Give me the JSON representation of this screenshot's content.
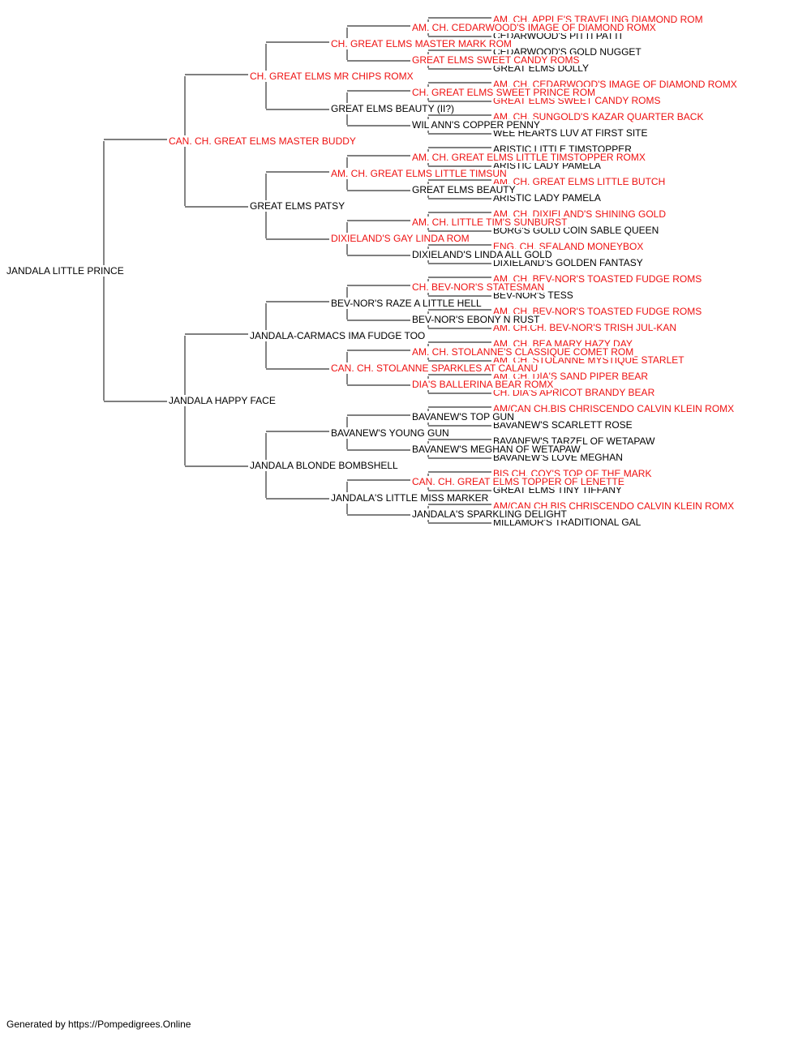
{
  "colors": {
    "champion": "#ee1111",
    "normal": "#000000",
    "line": "#333333"
  },
  "pedigree": {
    "name": "JANDALA LITTLE PRINCE",
    "champion": false,
    "sire": {
      "name": "CAN. CH. GREAT ELMS MASTER BUDDY",
      "champion": true,
      "sire": {
        "name": "CH. GREAT ELMS MR CHIPS ROMX",
        "champion": true,
        "sire": {
          "name": "CH. GREAT ELMS MASTER MARK ROM",
          "champion": true,
          "sire": {
            "name": "AM. CH. CEDARWOOD'S IMAGE OF DIAMOND ROMX",
            "champion": true,
            "sire": {
              "name": "AM. CH. APPLE'S TRAVELING DIAMOND ROM",
              "champion": true
            },
            "dam": {
              "name": "CEDARWOOD'S PITTI PATTI",
              "champion": false
            }
          },
          "dam": {
            "name": "GREAT ELMS SWEET CANDY ROMS",
            "champion": true,
            "sire": {
              "name": "CEDARWOOD'S GOLD NUGGET",
              "champion": false
            },
            "dam": {
              "name": "GREAT ELMS DOLLY",
              "champion": false
            }
          }
        },
        "dam": {
          "name": "GREAT ELMS BEAUTY (II?)",
          "champion": false,
          "sire": {
            "name": "CH. GREAT ELMS SWEET PRINCE ROM",
            "champion": true,
            "sire": {
              "name": "AM. CH. CEDARWOOD'S IMAGE OF DIAMOND ROMX",
              "champion": true
            },
            "dam": {
              "name": "GREAT ELMS SWEET CANDY ROMS",
              "champion": true
            }
          },
          "dam": {
            "name": "WIL ANN'S COPPER PENNY",
            "champion": false,
            "sire": {
              "name": "AM. CH. SUNGOLD'S KAZAR QUARTER BACK",
              "champion": true
            },
            "dam": {
              "name": "WEE HEARTS LUV AT FIRST SITE",
              "champion": false
            }
          }
        }
      },
      "dam": {
        "name": "GREAT ELMS PATSY",
        "champion": false,
        "sire": {
          "name": "AM. CH. GREAT ELMS LITTLE TIMSUN",
          "champion": true,
          "sire": {
            "name": "AM. CH. GREAT ELMS LITTLE TIMSTOPPER ROMX",
            "champion": true,
            "sire": {
              "name": "ARISTIC LITTLE TIMSTOPPER",
              "champion": false
            },
            "dam": {
              "name": "ARISTIC LADY PAMELA",
              "champion": false
            }
          },
          "dam": {
            "name": "GREAT ELMS BEAUTY",
            "champion": false,
            "sire": {
              "name": "AM. CH. GREAT ELMS LITTLE BUTCH",
              "champion": true
            },
            "dam": {
              "name": "ARISTIC LADY PAMELA",
              "champion": false
            }
          }
        },
        "dam": {
          "name": "DIXIELAND'S GAY LINDA ROM",
          "champion": true,
          "sire": {
            "name": "AM. CH. LITTLE TIM'S SUNBURST",
            "champion": true,
            "sire": {
              "name": "AM. CH. DIXIELAND'S SHINING GOLD",
              "champion": true
            },
            "dam": {
              "name": "BORG'S GOLD COIN SABLE QUEEN",
              "champion": false
            }
          },
          "dam": {
            "name": "DIXIELAND'S LINDA ALL GOLD",
            "champion": false,
            "sire": {
              "name": "ENG. CH. SEALAND MONEYBOX",
              "champion": true
            },
            "dam": {
              "name": "DIXIELAND'S GOLDEN FANTASY",
              "champion": false
            }
          }
        }
      }
    },
    "dam": {
      "name": "JANDALA HAPPY FACE",
      "champion": false,
      "sire": {
        "name": "JANDALA-CARMACS IMA FUDGE TOO",
        "champion": false,
        "sire": {
          "name": "BEV-NOR'S RAZE A LITTLE HELL",
          "champion": false,
          "sire": {
            "name": "CH. BEV-NOR'S STATESMAN",
            "champion": true,
            "sire": {
              "name": "AM. CH. BEV-NOR'S TOASTED FUDGE ROMS",
              "champion": true
            },
            "dam": {
              "name": "BEV-NOR'S TESS",
              "champion": false
            }
          },
          "dam": {
            "name": "BEV-NOR'S EBONY N RUST",
            "champion": false,
            "sire": {
              "name": "AM. CH. BEV-NOR'S TOASTED FUDGE ROMS",
              "champion": true
            },
            "dam": {
              "name": "AM. CH.CH. BEV-NOR'S TRISH JUL-KAN",
              "champion": true
            }
          }
        },
        "dam": {
          "name": "CAN. CH. STOLANNE SPARKLES AT CALANU",
          "champion": true,
          "sire": {
            "name": "AM. CH. STOLANNE'S CLASSIQUE COMET ROM",
            "champion": true,
            "sire": {
              "name": "AM. CH. BEA MARY HAZY DAY",
              "champion": true
            },
            "dam": {
              "name": "AM. CH. STOLANNE MYSTIQUE STARLET",
              "champion": true
            }
          },
          "dam": {
            "name": "DIA'S BALLERINA BEAR ROMX",
            "champion": true,
            "sire": {
              "name": "AM. CH. DIA'S SAND PIPER BEAR",
              "champion": true
            },
            "dam": {
              "name": "CH. DIA'S APRICOT BRANDY BEAR",
              "champion": true
            }
          }
        }
      },
      "dam": {
        "name": "JANDALA BLONDE BOMBSHELL",
        "champion": false,
        "sire": {
          "name": "BAVANEW'S YOUNG GUN",
          "champion": false,
          "sire": {
            "name": "BAVANEW'S TOP GUN",
            "champion": false,
            "sire": {
              "name": "AM/CAN CH.BIS CHRISCENDO CALVIN KLEIN ROMX",
              "champion": true
            },
            "dam": {
              "name": "BAVANEW'S SCARLETT ROSE",
              "champion": false
            }
          },
          "dam": {
            "name": "BAVANEW'S MEGHAN OF WETAPAW",
            "champion": false,
            "sire": {
              "name": "BAVANEW'S TARZEL OF WETAPAW",
              "champion": false
            },
            "dam": {
              "name": "BAVANEW'S LOVE MEGHAN",
              "champion": false
            }
          }
        },
        "dam": {
          "name": "JANDALA'S LITTLE MISS MARKER",
          "champion": false,
          "sire": {
            "name": "CAN. CH. GREAT ELMS TOPPER OF LENETTE",
            "champion": true,
            "sire": {
              "name": "BIS CH. COY'S TOP OF THE MARK",
              "champion": true
            },
            "dam": {
              "name": "GREAT ELMS TINY TIFFANY",
              "champion": false
            }
          },
          "dam": {
            "name": "JANDALA'S SPARKLING DELIGHT",
            "champion": false,
            "sire": {
              "name": "AM/CAN CH.BIS CHRISCENDO CALVIN KLEIN ROMX",
              "champion": true
            },
            "dam": {
              "name": "MILLAMOR'S TRADITIONAL GAL",
              "champion": false
            }
          }
        }
      }
    }
  },
  "footer": {
    "text": "Generated by https://Pompedigrees.Online"
  }
}
